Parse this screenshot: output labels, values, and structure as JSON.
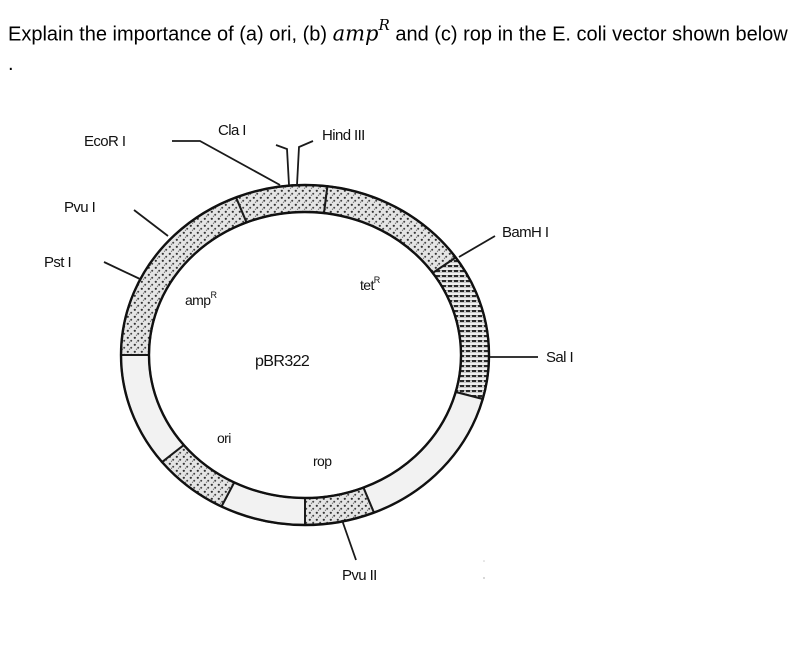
{
  "question": {
    "text_before": "Explain the importance of (a) ori, (b) ",
    "math_base": "amp",
    "math_sup": "R",
    "text_after": " and (c) rop in the E. coli vector shown below ."
  },
  "diagram": {
    "plasmid_name": "pBR322",
    "genes": {
      "ampR": "amp",
      "ampR_sup": "R",
      "tetR": "tet",
      "tetR_sup": "R",
      "ori": "ori",
      "rop": "rop"
    },
    "restriction_sites": {
      "ecoRI": "EcoR I",
      "claI": "Cla I",
      "hindIII": "Hind III",
      "bamHI": "BamH I",
      "salI": "Sal I",
      "pvuI": "Pvu I",
      "pstI": "Pst I",
      "pvuII": "Pvu II"
    },
    "colors": {
      "outline": "#1a1a1a",
      "stipple_fill": "#d9d9d9",
      "light_fill": "#f2f2f2",
      "background": "#ffffff"
    }
  }
}
